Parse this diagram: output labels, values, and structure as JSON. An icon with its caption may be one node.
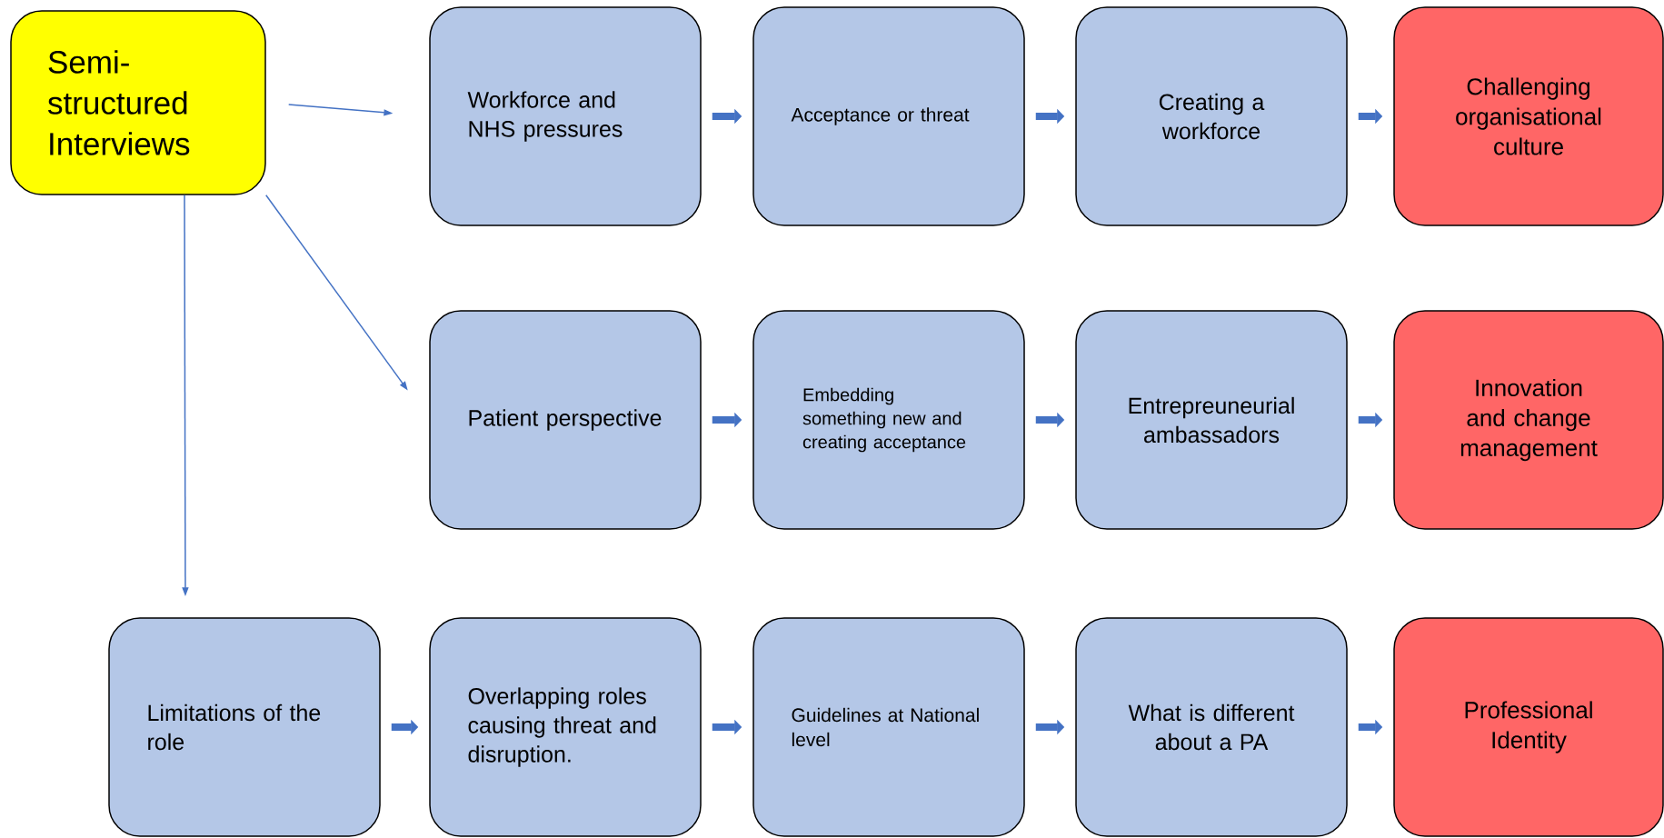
{
  "diagram": {
    "nodes": [
      {
        "text": [
          "Semi-structured Interviews"
        ]
      },
      {
        "text": [
          "Workforce and NHS pressures"
        ]
      },
      {
        "text": [
          "Acceptance or threat"
        ]
      },
      {
        "text": [
          "Creating a workforce"
        ]
      },
      {
        "text": [
          "Challenging organisational culture"
        ]
      },
      {
        "text": [
          "Patient perspective"
        ]
      },
      {
        "text": [
          "Embedding something new and creating acceptance"
        ]
      },
      {
        "text": [
          "Entrepreuneurial ambassadors"
        ]
      },
      {
        "text": [
          "Innovation and change management"
        ]
      },
      {
        "text": [
          "Limitations of the role"
        ]
      },
      {
        "text": [
          "Overlapping roles causing threat and disruption."
        ]
      },
      {
        "text": [
          "Guidelines at National level"
        ]
      },
      {
        "text": [
          "What is different about a PA"
        ]
      },
      {
        "text": [
          "Professional Identity"
        ]
      }
    ],
    "edges": [
      {
        "from": 0,
        "to": 1,
        "arrow": "to"
      },
      {
        "from": 0,
        "to": 5,
        "arrow": "to"
      },
      {
        "from": 0,
        "to": 9,
        "arrow": "to"
      },
      {
        "from": 1,
        "to": 2,
        "arrow": "to"
      },
      {
        "from": 2,
        "to": 3,
        "arrow": "to"
      },
      {
        "from": 3,
        "to": 4,
        "arrow": "to"
      },
      {
        "from": 5,
        "to": 6,
        "arrow": "to"
      },
      {
        "from": 6,
        "to": 7,
        "arrow": "to"
      },
      {
        "from": 7,
        "to": 8,
        "arrow": "to"
      },
      {
        "from": 9,
        "to": 10,
        "arrow": "to"
      },
      {
        "from": 10,
        "to": 11,
        "arrow": "to"
      },
      {
        "from": 11,
        "to": 12,
        "arrow": "to"
      },
      {
        "from": 12,
        "to": 13,
        "arrow": "to"
      }
    ]
  }
}
